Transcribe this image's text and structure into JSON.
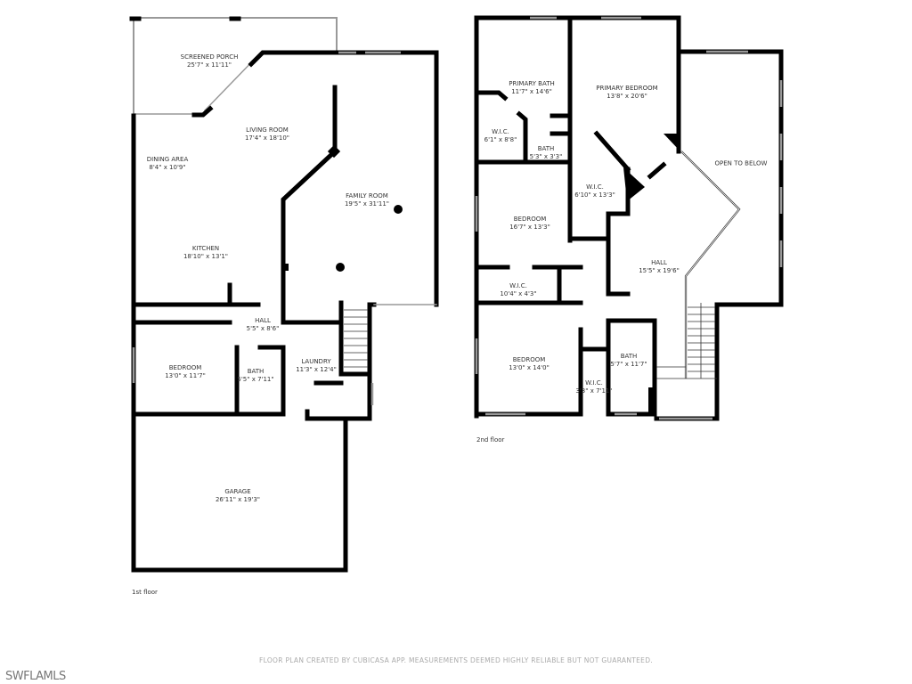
{
  "floors": [
    {
      "name": "1st floor",
      "rooms": [
        {
          "name": "SCREENED PORCH",
          "dims": "25'7\" x 11'11\""
        },
        {
          "name": "LIVING ROOM",
          "dims": "17'4\" x 18'10\""
        },
        {
          "name": "DINING AREA",
          "dims": "8'4\" x 10'9\""
        },
        {
          "name": "FAMILY ROOM",
          "dims": "19'5\" x 31'11\""
        },
        {
          "name": "KITCHEN",
          "dims": "18'10\" x 13'1\""
        },
        {
          "name": "HALL",
          "dims": "5'5\" x 8'6\""
        },
        {
          "name": "BEDROOM",
          "dims": "13'0\" x 11'7\""
        },
        {
          "name": "BATH",
          "dims": "5'5\" x 7'11\""
        },
        {
          "name": "LAUNDRY",
          "dims": "11'3\" x 12'4\""
        },
        {
          "name": "GARAGE",
          "dims": "26'11\" x 19'3\""
        }
      ]
    },
    {
      "name": "2nd floor",
      "rooms": [
        {
          "name": "PRIMARY BATH",
          "dims": "11'7\" x 14'6\""
        },
        {
          "name": "PRIMARY BEDROOM",
          "dims": "13'8\" x 20'6\""
        },
        {
          "name": "W.I.C.",
          "dims": "6'1\" x 8'8\""
        },
        {
          "name": "BATH",
          "dims": "5'3\" x 3'3\""
        },
        {
          "name": "W.I.C.",
          "dims": "6'10\" x 13'3\""
        },
        {
          "name": "OPEN TO BELOW",
          "dims": ""
        },
        {
          "name": "BEDROOM",
          "dims": "16'7\" x 13'3\""
        },
        {
          "name": "HALL",
          "dims": "15'5\" x 19'6\""
        },
        {
          "name": "W.I.C.",
          "dims": "10'4\" x 4'3\""
        },
        {
          "name": "BEDROOM",
          "dims": "13'0\" x 14'0\""
        },
        {
          "name": "BATH",
          "dims": "5'7\" x 11'7\""
        },
        {
          "name": "W.I.C.",
          "dims": "3'3\" x 7'11\""
        }
      ]
    }
  ],
  "footer": "FLOOR PLAN CREATED BY CUBICASA APP. MEASUREMENTS DEEMED HIGHLY RELIABLE BUT NOT GUARANTEED.",
  "watermark": "SWFLAMLS",
  "colors": {
    "wall": "#000000",
    "window": "#999999",
    "text": "#333333"
  }
}
